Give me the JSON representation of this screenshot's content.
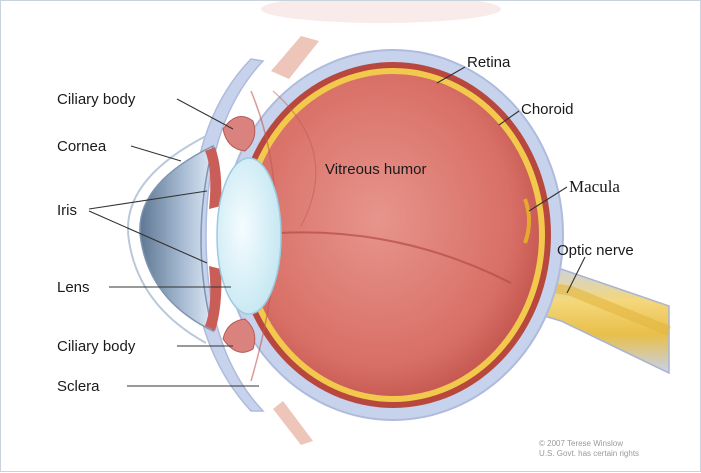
{
  "labels": {
    "ciliary_body_top": "Ciliary body",
    "cornea": "Cornea",
    "iris": "Iris",
    "lens": "Lens",
    "ciliary_body_bottom": "Ciliary body",
    "sclera": "Sclera",
    "retina": "Retina",
    "choroid": "Choroid",
    "macula": "Macula",
    "optic_nerve": "Optic nerve",
    "vitreous_humor": "Vitreous humor"
  },
  "credit": {
    "line1": "© 2007 Terese Winslow",
    "line2": "U.S. Govt. has certain rights"
  },
  "colors": {
    "sclera": "#c7d2ec",
    "choroid": "#b8473e",
    "retina": "#f2c94c",
    "vitreous": "#dd7a72",
    "optic_nerve": "#f0cf6a",
    "lens": "#e4f6fb",
    "cornea": "#8ea6c2",
    "ciliary": "#d9827e"
  }
}
